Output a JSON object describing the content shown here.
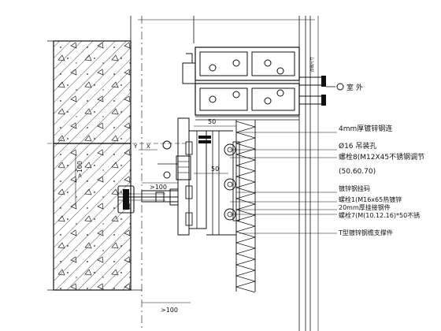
{
  "labels": {
    "exterior": "室 外",
    "plate_4mm": "4mm厚镀锌钢连",
    "dia16": "Ø16 吊装孔",
    "bolt1": "螺栓8(M12X45不锈钢调节",
    "range": "(50.60.70)",
    "angle_bracket": "镀锌钢挂码",
    "bolt2": "螺栓1(M16x65热镀锌",
    "plate_20mm": "20mm厚挂接钢件",
    "bolt3": "螺栓7(M(10.12.16)*50不锈",
    "tsteel": "T型镀锌钢檐支撑件",
    "vertical_note": "详细尺寸"
  },
  "dims": {
    "d50_top": "50",
    "d50_mid": "50",
    "d100_h": ">100",
    "d100_v": ">100",
    "d100_bottom": ">100",
    "dy": "Y",
    "dx": "X"
  }
}
